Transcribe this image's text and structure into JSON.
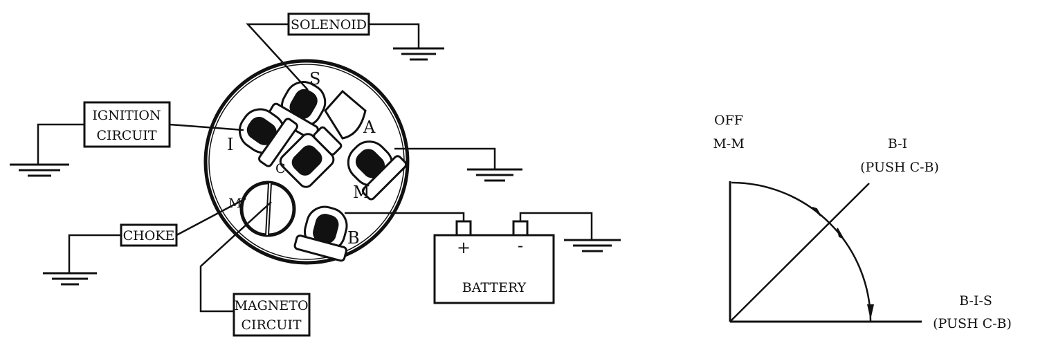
{
  "wiring": {
    "solenoid": "SOLENOID",
    "ignition_line1": "IGNITION",
    "ignition_line2": "CIRCUIT",
    "choke": "CHOKE",
    "magneto_line1": "MAGNETO",
    "magneto_line2": "CIRCUIT",
    "battery": "BATTERY",
    "battery_plus": "+",
    "battery_minus": "-",
    "terminals": {
      "s": "S",
      "a": "A",
      "i": "I",
      "c": "C",
      "m_right": "M",
      "m_left": "M",
      "b": "B"
    }
  },
  "positions": {
    "off_line1": "OFF",
    "off_line2": "M-M",
    "bi_line1": "B-I",
    "bi_line2": "(PUSH C-B)",
    "bis_line1": "B-I-S",
    "bis_line2": "(PUSH C-B)"
  }
}
